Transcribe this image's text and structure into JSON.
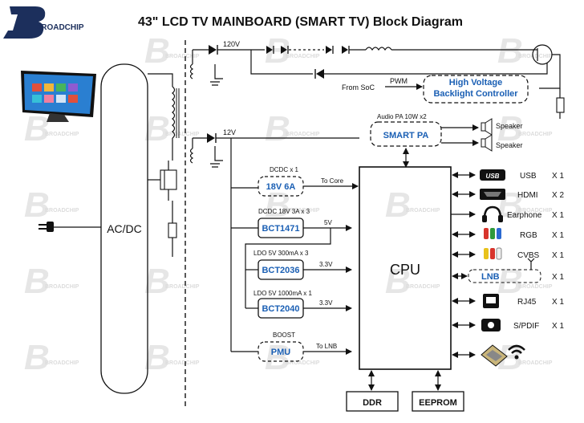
{
  "title": "43\" LCD TV MAINBOARD (SMART TV) Block Diagram",
  "logo": {
    "letter": "B",
    "word": "BROADCHIP"
  },
  "watermark": {
    "letter": "B",
    "word": "BROADCHIP"
  },
  "power": {
    "acdc_label": "AC/DC",
    "rail_120": "120V",
    "rail_12": "12V"
  },
  "backlight": {
    "label": "High Voltage Backlight Controller",
    "line1": "High Voltage",
    "line2": "Backlight Controller",
    "from_soc": "From SoC",
    "pwm": "PWM"
  },
  "smart_pa": {
    "header": "Audio PA  10W x2",
    "label": "SMART PA",
    "speaker1": "Speaker",
    "speaker2": "Speaker"
  },
  "regulators": [
    {
      "header": "DCDC x 1",
      "chip": "18V  6A",
      "out": "To Core",
      "style": "dashed"
    },
    {
      "header": "DCDC 18V 3A x 3",
      "chip": "BCT1471",
      "out": "5V",
      "style": "solid"
    },
    {
      "header": "LDO 5V 300mA x 3",
      "chip": "BCT2036",
      "out": "3.3V",
      "style": "solid"
    },
    {
      "header": "LDO 5V 1000mA x 1",
      "chip": "BCT2040",
      "out": "3.3V",
      "style": "solid"
    },
    {
      "header": "BOOST",
      "chip": "PMU",
      "out": "To LNB",
      "style": "dashed"
    }
  ],
  "cpu": {
    "label": "CPU"
  },
  "memory": {
    "ddr": "DDR",
    "eeprom": "EEPROM"
  },
  "ports": [
    {
      "name": "USB",
      "qty": "X 1"
    },
    {
      "name": "HDMI",
      "qty": "X 2"
    },
    {
      "name": "Earphone",
      "qty": "X 1"
    },
    {
      "name": "RGB",
      "qty": "X 1"
    },
    {
      "name": "CVBS",
      "qty": "X 1"
    },
    {
      "name": "LNB",
      "qty": "X 1"
    },
    {
      "name": "RJ45",
      "qty": "X 1"
    },
    {
      "name": "S/PDIF",
      "qty": "X 1"
    }
  ],
  "icons": {
    "usb": "usb-icon",
    "hdmi": "hdmi-icon",
    "earphone": "headphone-icon",
    "rgb": "rgb-connector-icon",
    "cvbs": "cvbs-connector-icon",
    "rj45": "ethernet-port-icon",
    "spdif": "spdif-port-icon",
    "wifi": "wifi-icon",
    "module": "wireless-module-icon",
    "plug": "power-plug-icon",
    "tv": "tv-icon"
  },
  "colors": {
    "accent": "#1a5fb4",
    "logo": "#1c2f5c",
    "watermark": "#e6e6e6"
  }
}
